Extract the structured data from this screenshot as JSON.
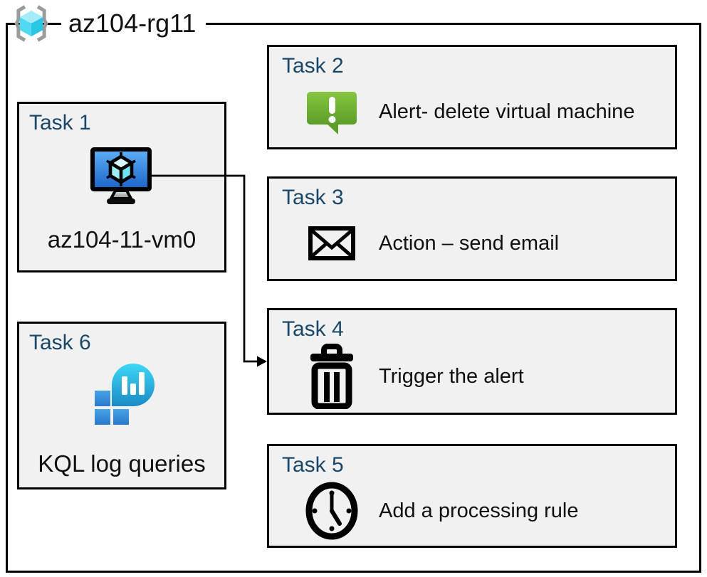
{
  "header": {
    "title": "az104-rg11",
    "icon": "resource-group-icon"
  },
  "tasks": [
    {
      "label": "Task 1",
      "caption": "az104-11-vm0",
      "icon": "virtual-machine-icon"
    },
    {
      "label": "Task 2",
      "caption": "Alert- delete virtual machine",
      "icon": "alert-icon"
    },
    {
      "label": "Task 3",
      "caption": "Action – send email",
      "icon": "email-icon"
    },
    {
      "label": "Task 4",
      "caption": "Trigger the alert",
      "icon": "trash-icon"
    },
    {
      "label": "Task 5",
      "caption": "Add a processing rule",
      "icon": "clock-icon"
    },
    {
      "label": "Task 6",
      "caption": "KQL log queries",
      "icon": "log-analytics-icon"
    }
  ],
  "connector": {
    "from": "Task 1 virtual machine",
    "to": "Task 4"
  },
  "colors": {
    "task_title_blue": "#1B4869",
    "panel_background": "#F1F1F1",
    "frame_border": "#000000",
    "alert_green_top": "#86C642",
    "alert_green_bottom": "#5C9D27",
    "vm_screen_top": "#5FB0F6",
    "vm_screen_bottom": "#1A63C8",
    "rg_cube_cyan": "#4FD9F3",
    "log_balloon_top": "#3ED8F7",
    "log_balloon_bottom": "#1B8AC4",
    "log_square_top": "#46A3E4",
    "log_square_bottom": "#2B79CE"
  }
}
